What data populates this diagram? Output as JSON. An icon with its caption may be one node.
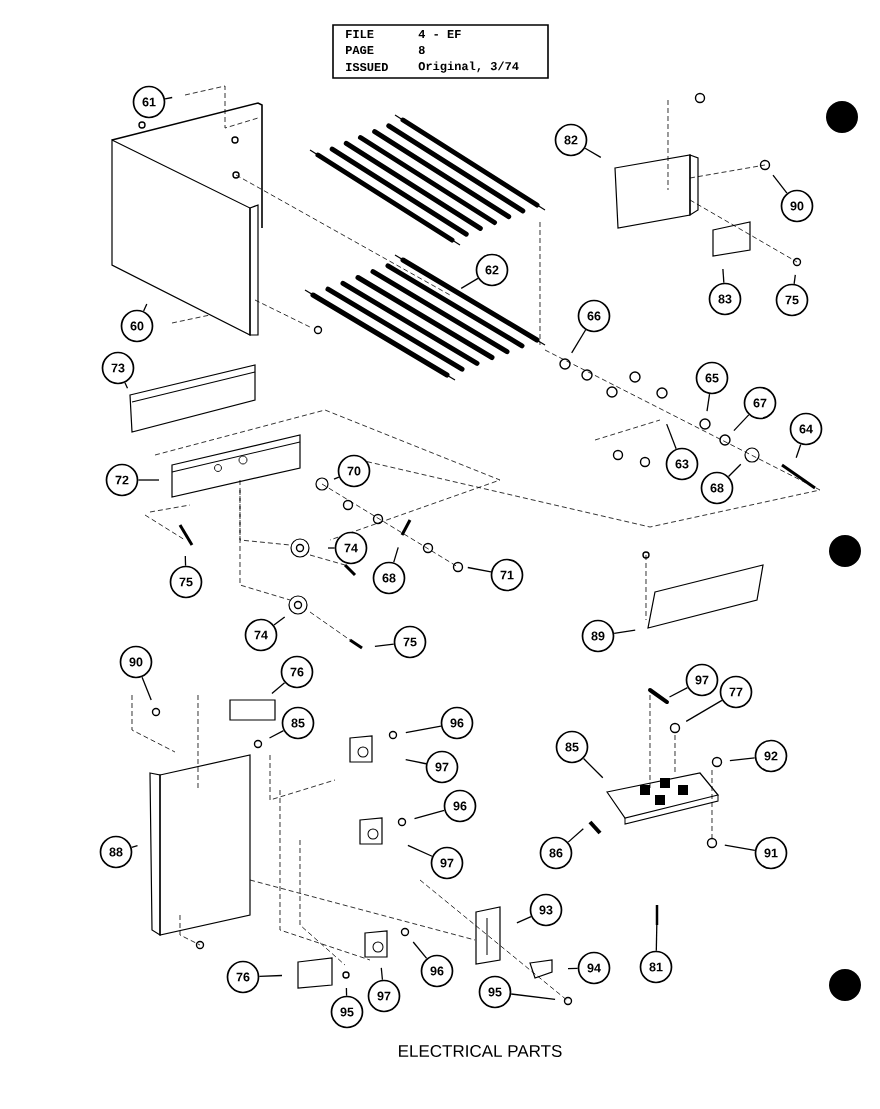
{
  "diagram": {
    "caption": "ELECTRICAL PARTS",
    "nodes": [
      {
        "text": [
          "61"
        ]
      },
      {
        "text": [
          "60"
        ]
      },
      {
        "text": [
          "62"
        ]
      },
      {
        "text": [
          "73"
        ]
      },
      {
        "text": [
          "82"
        ]
      },
      {
        "text": [
          "90"
        ]
      },
      {
        "text": [
          "83"
        ]
      },
      {
        "text": [
          "75"
        ]
      },
      {
        "text": [
          "66"
        ]
      },
      {
        "text": [
          "65"
        ]
      },
      {
        "text": [
          "67"
        ]
      },
      {
        "text": [
          "64"
        ]
      },
      {
        "text": [
          "63"
        ]
      },
      {
        "text": [
          "68"
        ]
      },
      {
        "text": [
          "72"
        ]
      },
      {
        "text": [
          "70"
        ]
      },
      {
        "text": [
          "74"
        ]
      },
      {
        "text": [
          "68"
        ]
      },
      {
        "text": [
          "71"
        ]
      },
      {
        "text": [
          "75"
        ]
      },
      {
        "text": [
          "74"
        ]
      },
      {
        "text": [
          "75"
        ]
      },
      {
        "text": [
          "89"
        ]
      },
      {
        "text": [
          "90"
        ]
      },
      {
        "text": [
          "76"
        ]
      },
      {
        "text": [
          "85"
        ]
      },
      {
        "text": [
          "96"
        ]
      },
      {
        "text": [
          "97"
        ]
      },
      {
        "text": [
          "96"
        ]
      },
      {
        "text": [
          "97"
        ]
      },
      {
        "text": [
          "88"
        ]
      },
      {
        "text": [
          "97"
        ]
      },
      {
        "text": [
          "77"
        ]
      },
      {
        "text": [
          "85"
        ]
      },
      {
        "text": [
          "92"
        ]
      },
      {
        "text": [
          "86"
        ]
      },
      {
        "text": [
          "91"
        ]
      },
      {
        "text": [
          "93"
        ]
      },
      {
        "text": [
          "94"
        ]
      },
      {
        "text": [
          "95"
        ]
      },
      {
        "text": [
          "81"
        ]
      },
      {
        "text": [
          "76"
        ]
      },
      {
        "text": [
          "95"
        ]
      },
      {
        "text": [
          "97"
        ]
      },
      {
        "text": [
          "96"
        ]
      }
    ],
    "edges": [
      {
        "from": 0,
        "to": null,
        "arrow": "none"
      },
      {
        "from": 1,
        "to": null,
        "arrow": "none"
      },
      {
        "from": 2,
        "to": null,
        "arrow": "none"
      },
      {
        "from": 3,
        "to": null,
        "arrow": "none"
      },
      {
        "from": 4,
        "to": null,
        "arrow": "none"
      },
      {
        "from": 5,
        "to": null,
        "arrow": "none"
      },
      {
        "from": 6,
        "to": null,
        "arrow": "none"
      },
      {
        "from": 7,
        "to": null,
        "arrow": "none"
      },
      {
        "from": 8,
        "to": null,
        "arrow": "none"
      },
      {
        "from": 9,
        "to": null,
        "arrow": "none"
      },
      {
        "from": 10,
        "to": null,
        "arrow": "none"
      },
      {
        "from": 11,
        "to": null,
        "arrow": "none"
      },
      {
        "from": 12,
        "to": null,
        "arrow": "none"
      },
      {
        "from": 13,
        "to": null,
        "arrow": "none"
      },
      {
        "from": 14,
        "to": null,
        "arrow": "none"
      },
      {
        "from": 15,
        "to": null,
        "arrow": "none"
      },
      {
        "from": 16,
        "to": null,
        "arrow": "none"
      },
      {
        "from": 17,
        "to": null,
        "arrow": "none"
      },
      {
        "from": 18,
        "to": null,
        "arrow": "none"
      },
      {
        "from": 19,
        "to": null,
        "arrow": "none"
      },
      {
        "from": 20,
        "to": null,
        "arrow": "none"
      },
      {
        "from": 21,
        "to": null,
        "arrow": "none"
      },
      {
        "from": 22,
        "to": null,
        "arrow": "none"
      },
      {
        "from": 23,
        "to": null,
        "arrow": "none"
      },
      {
        "from": 24,
        "to": null,
        "arrow": "none"
      },
      {
        "from": 25,
        "to": null,
        "arrow": "none"
      },
      {
        "from": 26,
        "to": null,
        "arrow": "none"
      },
      {
        "from": 27,
        "to": null,
        "arrow": "none"
      },
      {
        "from": 28,
        "to": null,
        "arrow": "none"
      },
      {
        "from": 29,
        "to": null,
        "arrow": "none"
      },
      {
        "from": 30,
        "to": null,
        "arrow": "none"
      },
      {
        "from": 31,
        "to": null,
        "arrow": "none"
      },
      {
        "from": 32,
        "to": null,
        "arrow": "none"
      },
      {
        "from": 33,
        "to": null,
        "arrow": "none"
      },
      {
        "from": 34,
        "to": null,
        "arrow": "none"
      },
      {
        "from": 35,
        "to": null,
        "arrow": "none"
      },
      {
        "from": 36,
        "to": null,
        "arrow": "none"
      },
      {
        "from": 37,
        "to": null,
        "arrow": "none"
      },
      {
        "from": 38,
        "to": null,
        "arrow": "none"
      },
      {
        "from": 39,
        "to": null,
        "arrow": "none"
      },
      {
        "from": 40,
        "to": null,
        "arrow": "none"
      },
      {
        "from": 41,
        "to": null,
        "arrow": "none"
      },
      {
        "from": 42,
        "to": null,
        "arrow": "none"
      },
      {
        "from": 43,
        "to": null,
        "arrow": "none"
      },
      {
        "from": 44,
        "to": null,
        "arrow": "none"
      }
    ],
    "labels": [
      "FILE",
      "4 - EF",
      "PAGE",
      "8",
      "ISSUED",
      "Original, 3/74"
    ]
  }
}
